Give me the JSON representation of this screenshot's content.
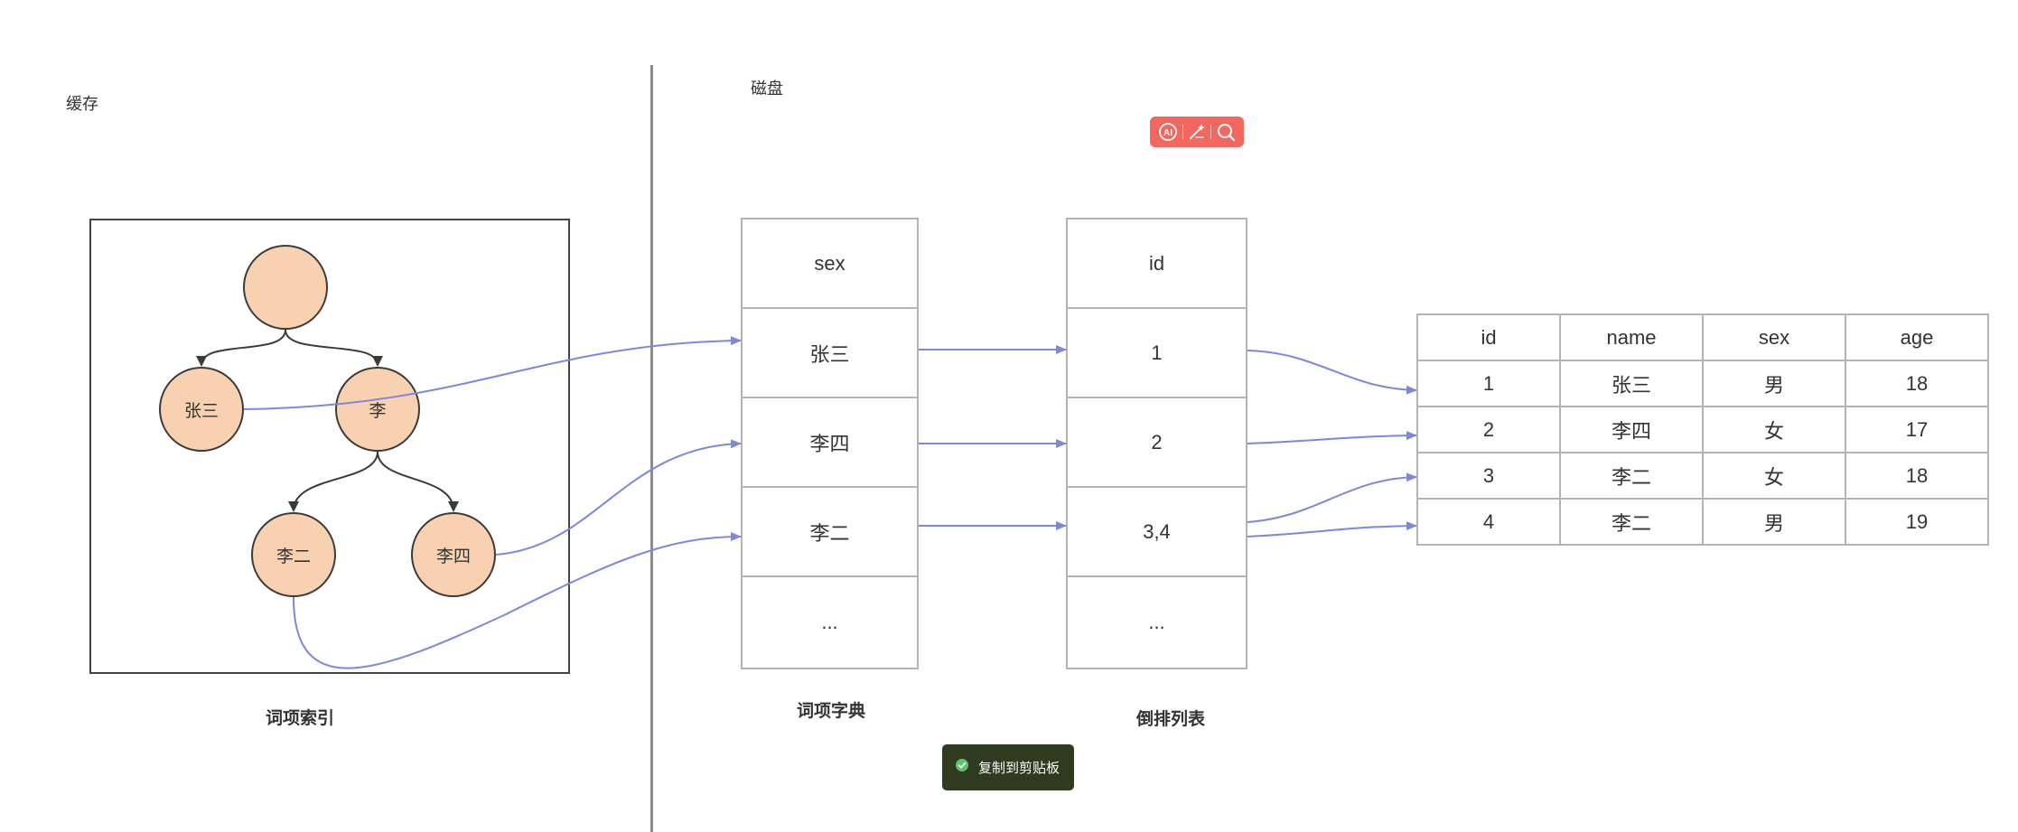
{
  "labels": {
    "cache": "缓存",
    "disk": "磁盘"
  },
  "captions": {
    "term_index": "词项索引",
    "term_dictionary": "词项字典",
    "posting_list": "倒排列表"
  },
  "tree_nodes": {
    "root": "",
    "zhangsan": "张三",
    "li": "李",
    "lier": "李二",
    "lisi": "李四"
  },
  "term_dictionary": [
    "sex",
    "张三",
    "李四",
    "李二",
    "..."
  ],
  "posting_list": [
    "id",
    "1",
    "2",
    "3,4",
    "..."
  ],
  "data_table": {
    "headers": [
      "id",
      "name",
      "sex",
      "age"
    ],
    "rows": [
      [
        "1",
        "张三",
        "男",
        "18"
      ],
      [
        "2",
        "李四",
        "女",
        "17"
      ],
      [
        "3",
        "李二",
        "女",
        "18"
      ],
      [
        "4",
        "李二",
        "男",
        "19"
      ]
    ]
  },
  "toolbar": {
    "items": [
      "ai-icon",
      "magic-wand-icon",
      "search-icon"
    ],
    "accent": "#f2675e"
  },
  "toast": {
    "text": "复制到剪贴板",
    "icon": "check-circle-icon"
  },
  "colors": {
    "node_fill": "#f8d2b0",
    "connector": "#7d87e0",
    "tree_edge": "#3a3a3a",
    "grid_border": "#b3b3b3"
  }
}
